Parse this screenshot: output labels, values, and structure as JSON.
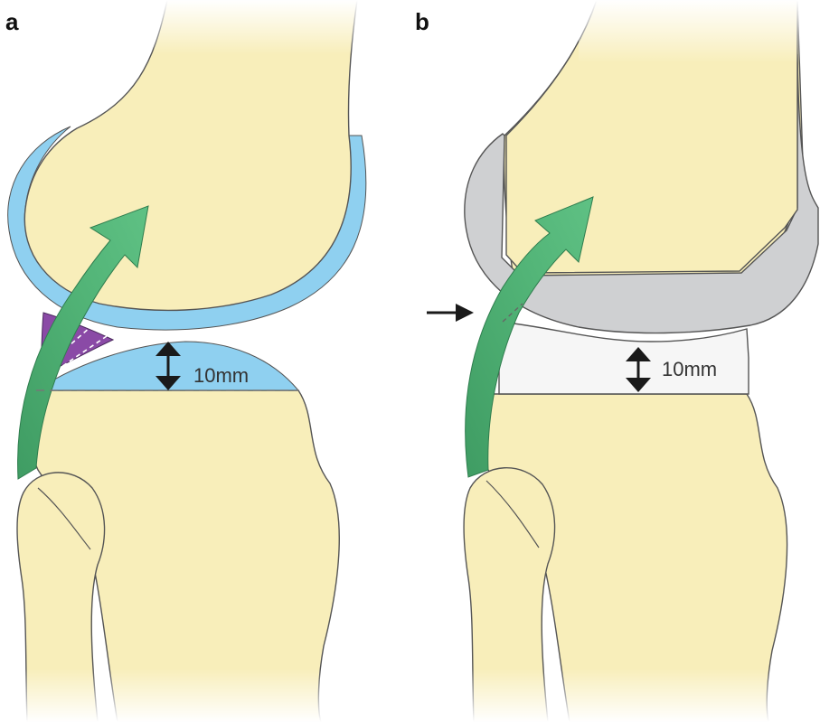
{
  "panels": [
    {
      "letter": "a",
      "gap_label": "10mm"
    },
    {
      "letter": "b",
      "gap_label": "10mm"
    }
  ],
  "colors": {
    "bone": "#f8eeba",
    "cartilage": "#8fd0f0",
    "ligament": "#4fae73",
    "ligament_dark": "#2f7d4e",
    "posterior_structure": "#8a4aa6",
    "femoral_component": "#cfd0d2",
    "tibial_insert": "#f6f6f6",
    "arrow": "#1a1a1a",
    "dashed_line": "#777777"
  },
  "icons": [
    "double-headed-arrow-icon",
    "pointer-arrow-icon"
  ]
}
